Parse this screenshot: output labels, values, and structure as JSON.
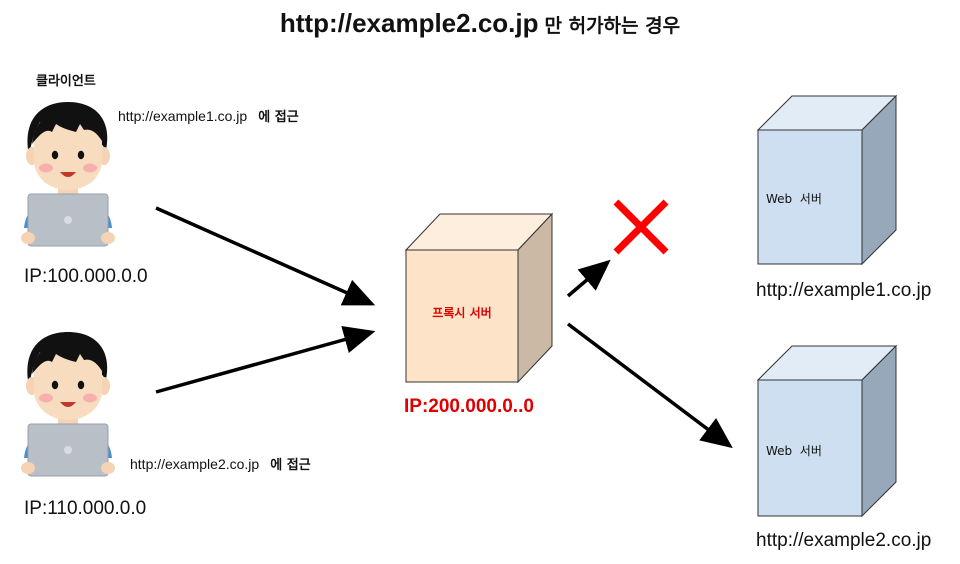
{
  "title": {
    "url": "http://example2.co.jp",
    "suffix": "만 허가하는 경우"
  },
  "client_heading": "클라이언트",
  "clients": [
    {
      "access_url": "http://example1.co.jp",
      "access_suffix": "에 접근",
      "ip": "IP:100.000.0.0"
    },
    {
      "access_url": "http://example2.co.jp",
      "access_suffix": "에 접근",
      "ip": "IP:110.000.0.0"
    }
  ],
  "proxy": {
    "label": "프록시 서버",
    "ip": "IP:200.000.0..0"
  },
  "servers": [
    {
      "label": "Web  서버",
      "host": "http://example1.co.jp",
      "blocked": true
    },
    {
      "label": "Web  서버",
      "host": "http://example2.co.jp",
      "blocked": false
    }
  ],
  "colors": {
    "proxy_text": "#e00000",
    "blocked_mark": "#ff0000",
    "proxy_front": "#fde3c8",
    "proxy_top": "#fdeedd",
    "proxy_side": "#cbb9a5",
    "server_front": "#cddff0",
    "server_top": "#e1ecf7",
    "server_side": "#98a8bb",
    "shirt": "#4a8fd0",
    "laptop": "#b9bfc7"
  },
  "icons": [
    "client-person-icon",
    "laptop-icon",
    "proxy-box-icon",
    "server-box-icon",
    "blocked-x-icon",
    "arrow-icon"
  ]
}
